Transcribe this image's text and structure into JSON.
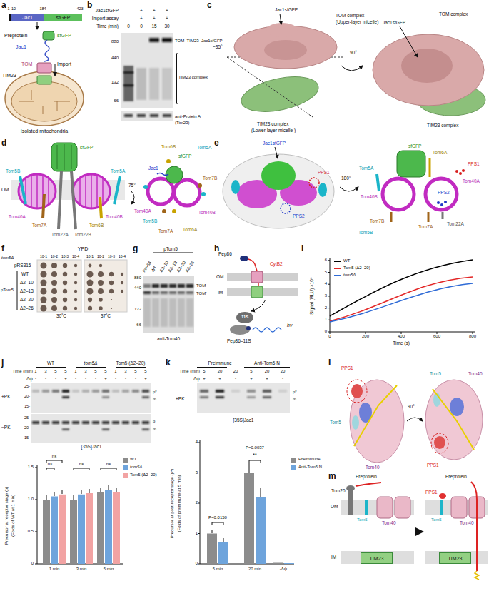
{
  "diagram": {
    "nodes": [
      {
        "text": [
          "Jac1"
        ]
      },
      {
        "text": [
          "sfGFP"
        ]
      },
      {
        "text": [
          "TIM23"
        ]
      },
      {
        "text": [
          "TIM23"
        ]
      }
    ],
    "labels": [
      "a",
      "b",
      "c",
      "d",
      "e",
      "f",
      "g",
      "h",
      "i",
      "j",
      "k",
      "l",
      "m",
      "1",
      "10",
      "184",
      "423",
      "Preprotein",
      "sfGFP",
      "Jac1",
      "TOM",
      "TIM23",
      "Import",
      "Isolated mitochondria",
      "Jac1sfGFP",
      "-",
      "+",
      "+",
      "+",
      "Import assay",
      "-",
      "+",
      "+",
      "+",
      "Time (min)",
      "0",
      "0",
      "15",
      "30",
      "880",
      "440",
      "132",
      "66",
      "TOM–TIM23–Jac1sfGFP",
      "TIM23 complex",
      "anti-Protein A",
      "(Tim23)",
      "Jac1sfGFP",
      "TOM complex",
      "(Upper-layer micelle)",
      "~35°",
      "TIM23 complex",
      "(Lower-layer micelle )",
      "90°",
      "TOM complex",
      "Jac1sfGFP",
      "TIM23 complex",
      "Tom5B",
      "sfGFP",
      "Tom5A",
      "OM",
      "Tom40A",
      "Tom7A",
      "Tom22A",
      "Tom22B",
      "Tom40B",
      "Tom6B",
      "75°",
      "Tom6B",
      "sfGFP",
      "Tom5A",
      "Jac1",
      "Tom7B",
      "Tom40A",
      "Tom40B",
      "Tom5B",
      "Tom7A",
      "Tom6A",
      "Jac1sfGFP",
      "PPS1",
      "PPS2",
      "180°",
      "sfGFP",
      "Tom5A",
      "PPS1",
      "Tom40A",
      "PPS2",
      "Tom40B",
      "Tom7B",
      "Tom6A",
      "Tom7A",
      "Tom22A",
      "Tom5B",
      "YPD",
      "tom5Δ",
      "10-1",
      "10-2",
      "10-3",
      "10-4",
      "10-1",
      "10-2",
      "10-3",
      "10-4",
      "pRS315",
      "pTom5",
      "WT",
      "Δ2–10",
      "Δ2–13",
      "Δ2–20",
      "Δ2–26",
      "30˚C",
      "37˚C",
      "pTom5",
      "tom5Δ",
      "WT",
      "Δ2–10",
      "Δ2–13",
      "Δ2–20",
      "Δ2–26",
      "880",
      "440",
      "132",
      "66",
      "TOM",
      "TOM'",
      "anti-Tom40",
      "Pep86",
      "CytB2",
      "OM",
      "IM",
      "11S",
      "Pep86–11S",
      "hν",
      "Signal (RLU) ×10⁶",
      "0",
      "1",
      "2",
      "3",
      "4",
      "5",
      "6",
      "0",
      "200",
      "400",
      "600",
      "800",
      "Time (s)",
      "WT",
      "tom5Δ",
      "Tom5 (Δ2–20)",
      "Time (min)",
      "1",
      "3",
      "5",
      "5",
      "1",
      "3",
      "5",
      "5",
      "1",
      "3",
      "5",
      "5",
      "Δψ",
      "-",
      "-",
      "-",
      "+",
      "-",
      "-",
      "-",
      "+",
      "-",
      "-",
      "-",
      "+",
      "+PK",
      "25-",
      "20-",
      "15-",
      "p*",
      "m",
      "−PK",
      "25-",
      "20-",
      "15-",
      "p",
      "m",
      "[35S]Jac1",
      "Precursor at receptor stage (p)",
      "(Folds of WT at 1 min)",
      "0",
      "0.5",
      "1.0",
      "1.5",
      "ns",
      "ns",
      "ns",
      "ns",
      "1 min",
      "3 min",
      "5 min",
      "Preimmune",
      "Anti-Tom5 N",
      "Time (min)",
      "5",
      "20",
      "20",
      "5",
      "20",
      "20",
      "Δψ",
      "+",
      "+",
      "-",
      "+",
      "+",
      "-",
      "+PK",
      "p*",
      "m",
      "[35S]Jac1",
      "Precursor at post-receptor stage (p*)",
      "(Folds of preimmune at 5 min)",
      "0",
      "1",
      "2",
      "3",
      "4",
      "P=0.0150",
      "P=0.0037",
      "**",
      "5 min",
      "20 min",
      "-Δψ",
      "PPS1",
      "Tom5",
      "Tom40",
      "90°",
      "Tom5",
      "PPS1",
      "Tom40",
      "Tom20",
      "Preprotein",
      "OM",
      "IM",
      "Tom5",
      "Tom40",
      "Preprotein",
      "PPS1",
      "Tom5",
      "Tom40"
    ],
    "legend": [
      {
        "text": "WT",
        "color": "#000000"
      },
      {
        "text": "Tom5 (Δ2–20)",
        "color": "#e32626"
      },
      {
        "text": "tom5Δ",
        "color": "#2f6bd6"
      },
      {
        "text": "WT",
        "color": "#8c8c8c"
      },
      {
        "text": "tom5Δ",
        "color": "#6ea4dc"
      },
      {
        "text": "Tom5 (Δ2–20)",
        "color": "#f2a3a3"
      },
      {
        "text": "Preimmune",
        "color": "#8c8c8c"
      },
      {
        "text": "Anti-Tom5 N",
        "color": "#6ea4dc"
      }
    ]
  }
}
